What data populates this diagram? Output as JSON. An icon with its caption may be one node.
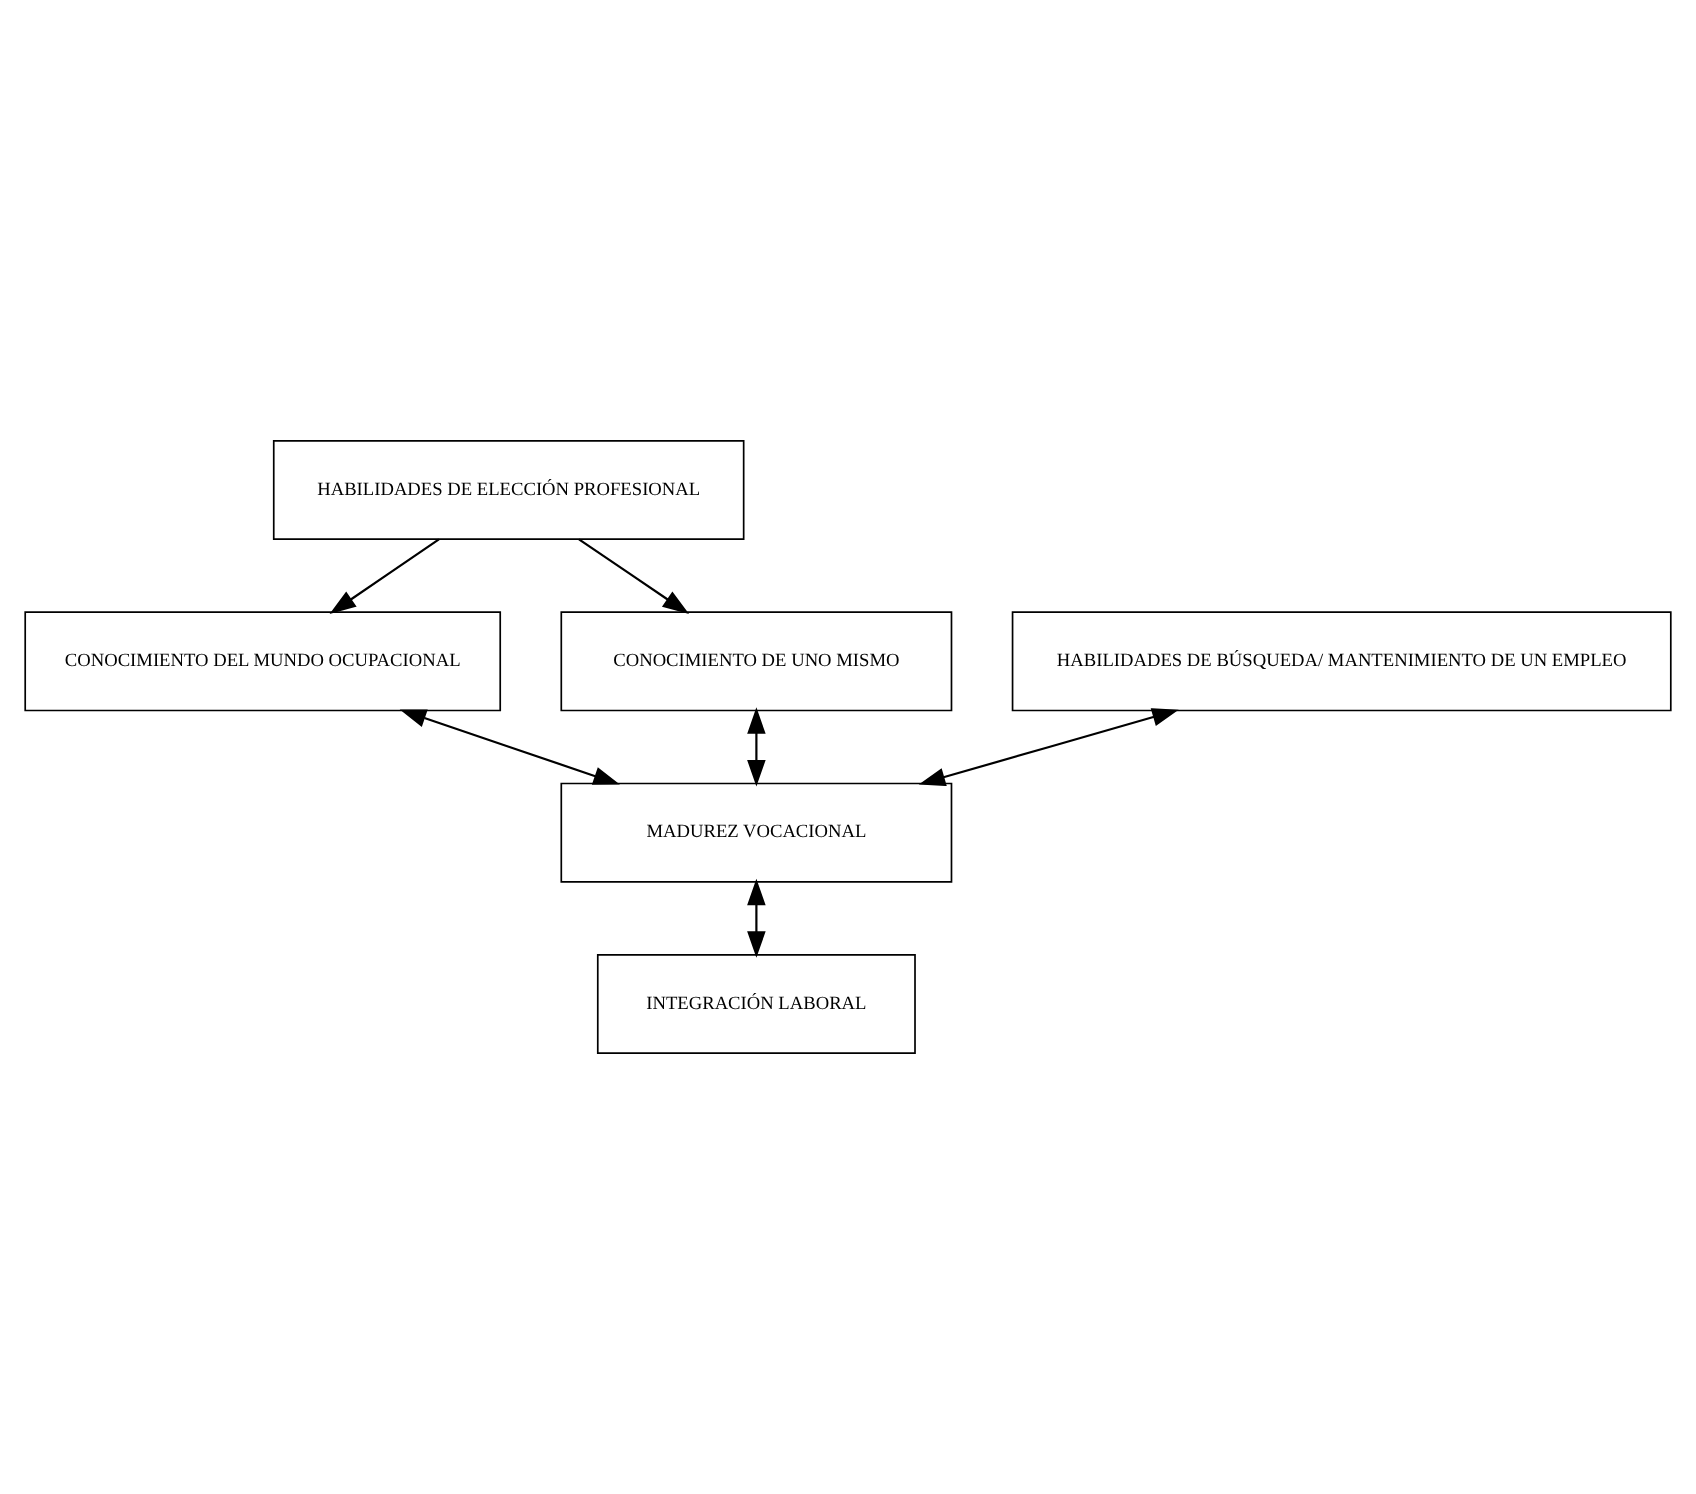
{
  "diagram": {
    "nodes": [
      {
        "text": [
          "HABILIDADES DE ELECCIÓN PROFESIONAL"
        ]
      },
      {
        "text": [
          "CONOCIMIENTO DEL MUNDO OCUPACIONAL"
        ]
      },
      {
        "text": [
          "CONOCIMIENTO DE UNO MISMO"
        ]
      },
      {
        "text": [
          "HABILIDADES DE BÚSQUEDA/ MANTENIMIENTO DE UN EMPLEO"
        ]
      },
      {
        "text": [
          "MADUREZ VOCACIONAL"
        ]
      },
      {
        "text": [
          "INTEGRACIÓN LABORAL"
        ]
      }
    ],
    "edges": [
      {
        "from": 0,
        "to": 1,
        "arrow": "to"
      },
      {
        "from": 0,
        "to": 2,
        "arrow": "to"
      },
      {
        "from": 1,
        "to": 4,
        "arrow": "both"
      },
      {
        "from": 3,
        "to": 4,
        "arrow": "both"
      },
      {
        "from": 2,
        "to": 4,
        "arrow": "both"
      },
      {
        "from": 4,
        "to": 5,
        "arrow": "both"
      }
    ]
  }
}
